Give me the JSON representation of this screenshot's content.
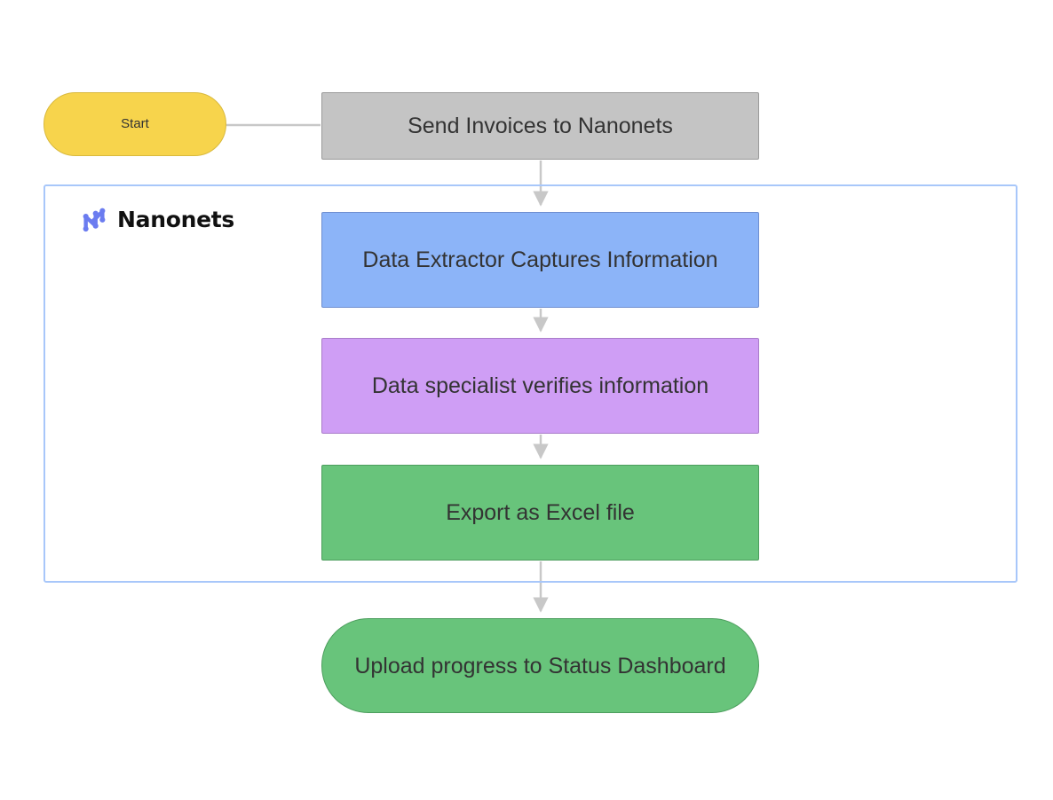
{
  "diagram": {
    "type": "flowchart",
    "direction": "top-to-bottom",
    "background": "#ffffff",
    "subgraph": {
      "title": "Nanonets",
      "logo_icon": "nanonets-logo-icon",
      "border_color": "#a8c7fa"
    },
    "nodes": [
      {
        "id": "start",
        "label": "Start",
        "shape": "stadium",
        "fill": "#f7d44c",
        "stroke": "#d9b93d",
        "in_subgraph": false
      },
      {
        "id": "send-invoices",
        "label": "Send Invoices to Nanonets",
        "shape": "rectangle",
        "fill": "#c4c4c4",
        "stroke": "#9a9a9a",
        "in_subgraph": false
      },
      {
        "id": "data-extractor",
        "label": "Data Extractor Captures Information",
        "shape": "rectangle",
        "fill": "#8cb4f8",
        "stroke": "#6f8fd0",
        "in_subgraph": true
      },
      {
        "id": "data-specialist",
        "label": "Data specialist verifies information",
        "shape": "rectangle",
        "fill": "#cf9ef5",
        "stroke": "#a97cc9",
        "in_subgraph": true
      },
      {
        "id": "export-excel",
        "label": "Export as Excel file",
        "shape": "rectangle",
        "fill": "#68c47b",
        "stroke": "#4d9e5e",
        "in_subgraph": true
      },
      {
        "id": "upload-dashboard",
        "label": "Upload progress to Status Dashboard",
        "shape": "stadium",
        "fill": "#68c47b",
        "stroke": "#4d9e5e",
        "in_subgraph": false
      }
    ],
    "edges": [
      {
        "from": "start",
        "to": "send-invoices",
        "arrowhead": false,
        "color": "#c8c8c8"
      },
      {
        "from": "send-invoices",
        "to": "data-extractor",
        "arrowhead": true,
        "color": "#c8c8c8"
      },
      {
        "from": "data-extractor",
        "to": "data-specialist",
        "arrowhead": true,
        "color": "#c8c8c8"
      },
      {
        "from": "data-specialist",
        "to": "export-excel",
        "arrowhead": true,
        "color": "#c8c8c8"
      },
      {
        "from": "export-excel",
        "to": "upload-dashboard",
        "arrowhead": true,
        "color": "#c8c8c8"
      }
    ]
  }
}
